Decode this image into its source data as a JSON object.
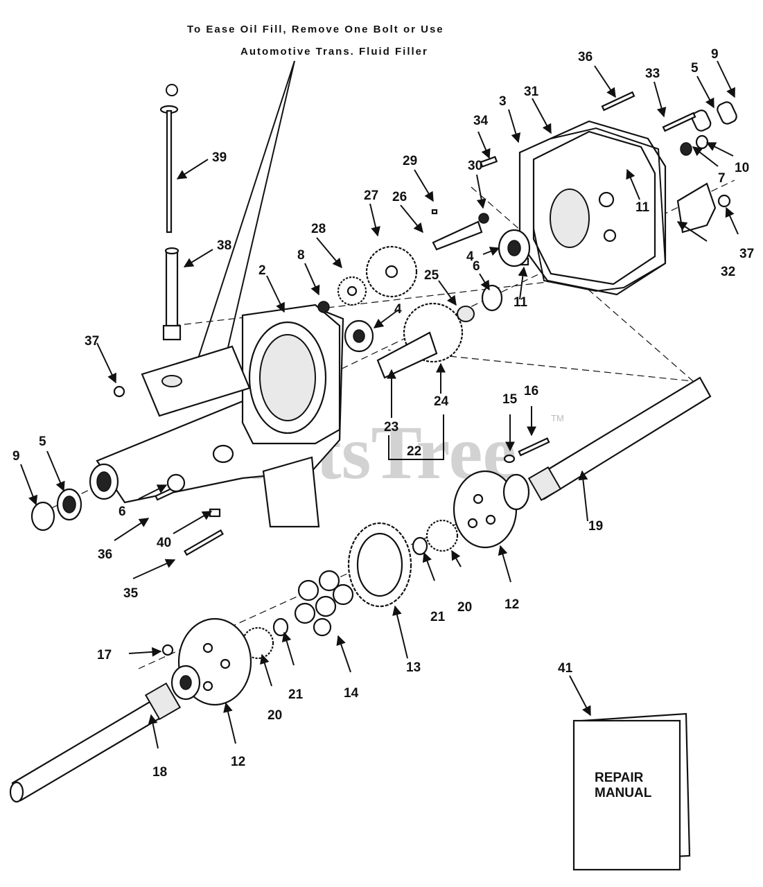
{
  "note": {
    "line1": "To Ease Oil Fill, Remove One Bolt or Use",
    "line2": "Automotive Trans. Fluid Filler"
  },
  "watermark": {
    "text": "PartsTree",
    "tm": "TM"
  },
  "manual": {
    "line1": "REPAIR",
    "line2": "MANUAL"
  },
  "callouts": [
    "36",
    "33",
    "5",
    "9",
    "3",
    "31",
    "34",
    "29",
    "30",
    "27",
    "26",
    "7",
    "10",
    "39",
    "11",
    "28",
    "37",
    "38",
    "8",
    "4",
    "32",
    "2",
    "6",
    "25",
    "11",
    "4",
    "37",
    "24",
    "23",
    "15",
    "16",
    "22",
    "9",
    "5",
    "19",
    "6",
    "36",
    "40",
    "35",
    "21",
    "20",
    "12",
    "13",
    "17",
    "21",
    "14",
    "20",
    "18",
    "12",
    "41"
  ]
}
